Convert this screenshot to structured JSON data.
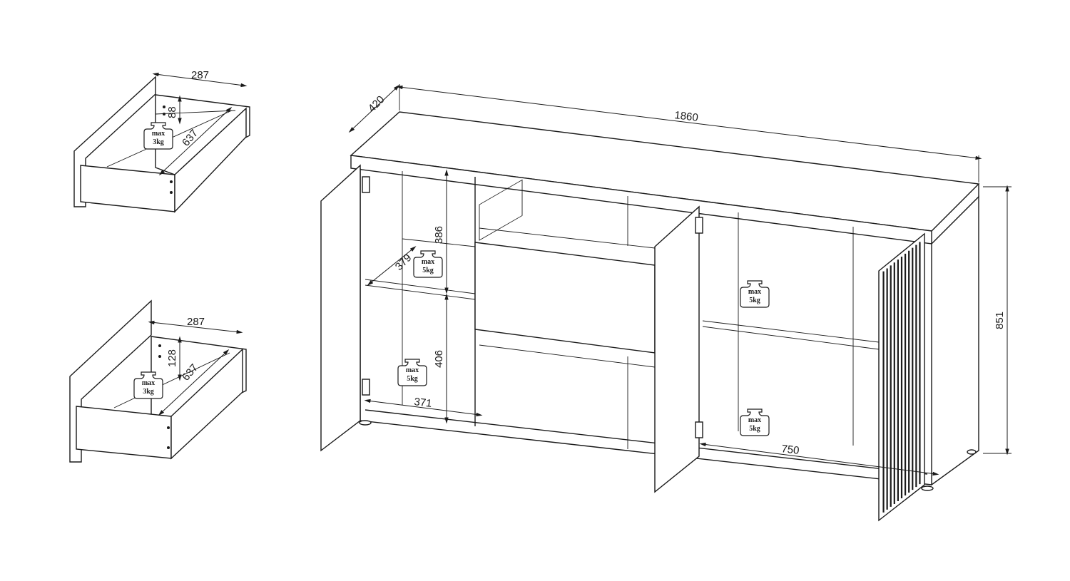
{
  "drawer_top": {
    "width": "287",
    "height": "88",
    "depth": "637",
    "load": {
      "line1": "max",
      "line2": "3kg"
    }
  },
  "drawer_bottom": {
    "width": "287",
    "height": "128",
    "depth": "637",
    "load": {
      "line1": "max",
      "line2": "3kg"
    }
  },
  "cabinet": {
    "depth": "420",
    "width": "1860",
    "height": "851",
    "left_compartment": {
      "upper_height": "386",
      "shelf_depth": "379",
      "lower_height": "406",
      "inner_width": "371",
      "shelf_load": {
        "line1": "max",
        "line2": "5kg"
      },
      "bottom_load": {
        "line1": "max",
        "line2": "5kg"
      }
    },
    "right_compartment": {
      "inner_width": "750",
      "shelf_load": {
        "line1": "max",
        "line2": "5kg"
      },
      "bottom_load": {
        "line1": "max",
        "line2": "5kg"
      }
    }
  }
}
